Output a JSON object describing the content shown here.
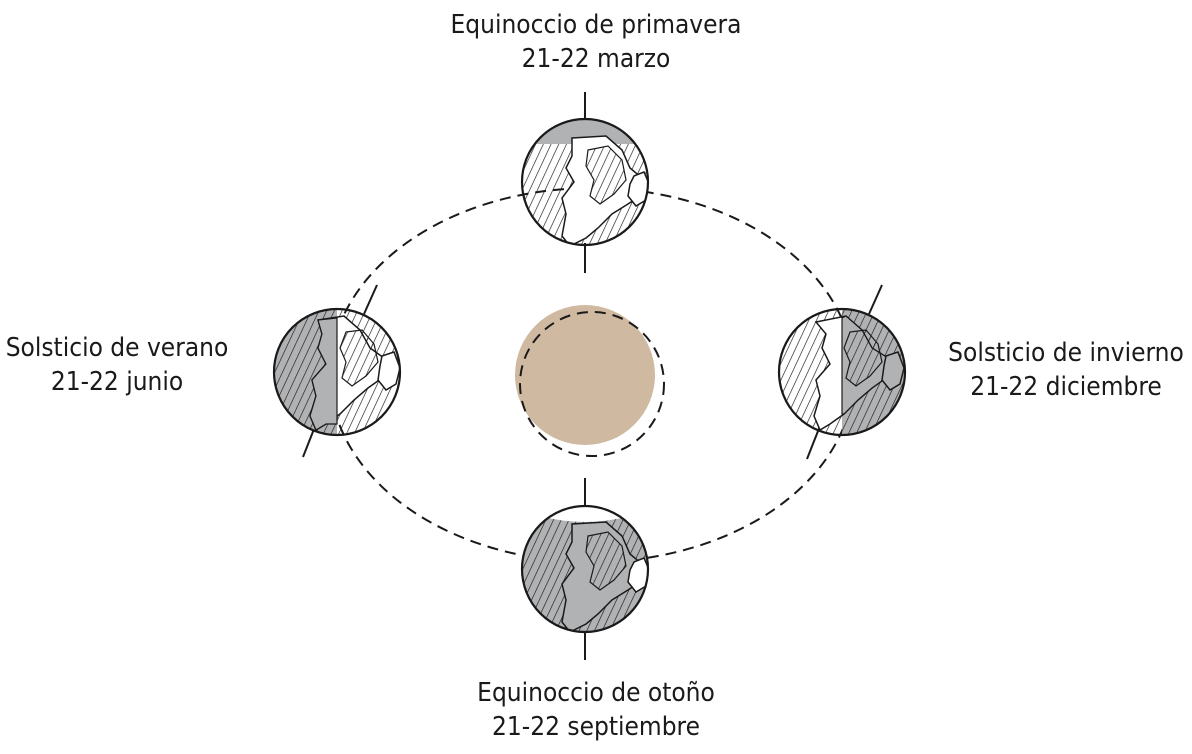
{
  "sun_color": "#cfb9a0",
  "night_fill": "#b0b2b4",
  "line_color": "#1a1a1a",
  "labels": {
    "top": {
      "title": "Equinoccio de primavera",
      "dates": "21-22 marzo"
    },
    "left": {
      "title": "Solsticio de verano",
      "dates": "21-22 junio"
    },
    "right": {
      "title": "Solsticio de invierno",
      "dates": "21-22 diciembre"
    },
    "bottom": {
      "title": "Equinoccio de otoño",
      "dates": "21-22 septiembre"
    }
  }
}
